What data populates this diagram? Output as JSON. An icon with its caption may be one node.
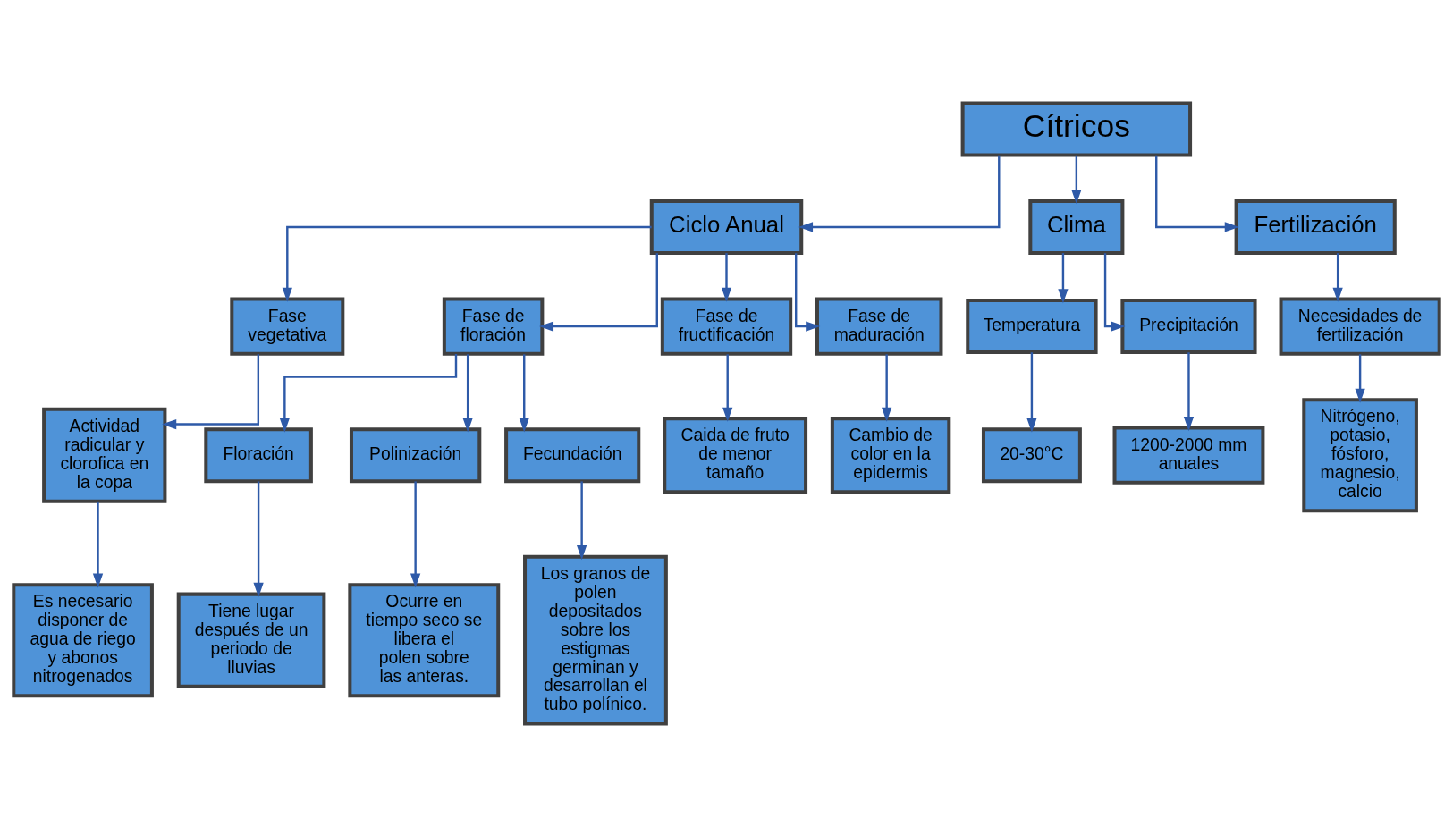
{
  "diagram": {
    "nodes": [
      {
        "text": [
          "Cítricos"
        ]
      },
      {
        "text": [
          "Ciclo Anual"
        ]
      },
      {
        "text": [
          "Clima"
        ]
      },
      {
        "text": [
          "Fertilización"
        ]
      },
      {
        "text": [
          "Fase vegetativa"
        ]
      },
      {
        "text": [
          "Fase de floración"
        ]
      },
      {
        "text": [
          "Fase de fructificación"
        ]
      },
      {
        "text": [
          "Fase de maduración"
        ]
      },
      {
        "text": [
          "Temperatura"
        ]
      },
      {
        "text": [
          "Precipitación"
        ]
      },
      {
        "text": [
          "Necesidades de fertilización"
        ]
      },
      {
        "text": [
          "Actividad radicular y clorofica en la copa"
        ]
      },
      {
        "text": [
          "Caida de fruto de menor tamaño"
        ]
      },
      {
        "text": [
          "Cambio de color en la epidermis"
        ]
      },
      {
        "text": [
          "20-30°C"
        ]
      },
      {
        "text": [
          "1200-2000 mm anuales"
        ]
      },
      {
        "text": [
          "Nitrógeno, potasio, fósforo, magnesio, calcio"
        ]
      },
      {
        "text": [
          "Es necesario disponer de agua de riego y abonos nitrogenados"
        ]
      },
      {
        "text": [
          "Floración"
        ]
      },
      {
        "text": [
          "Polinización"
        ]
      },
      {
        "text": [
          "Fecundación"
        ]
      },
      {
        "text": [
          "Tiene lugar después de un periodo de lluvias"
        ]
      },
      {
        "text": [
          "Ocurre en tiempo seco se libera el polen sobre las anteras."
        ]
      },
      {
        "text": [
          "Los granos de polen depositados sobre los estigmas germinan y desarrollan el tubo polínico."
        ]
      }
    ],
    "edges": [
      {
        "from": 0,
        "to": 1,
        "arrow": "to"
      },
      {
        "from": 0,
        "to": 2,
        "arrow": "to"
      },
      {
        "from": 0,
        "to": 3,
        "arrow": "to"
      },
      {
        "from": 1,
        "to": 4,
        "arrow": "to"
      },
      {
        "from": 1,
        "to": 5,
        "arrow": "to"
      },
      {
        "from": 1,
        "to": 6,
        "arrow": "to"
      },
      {
        "from": 1,
        "to": 7,
        "arrow": "to"
      },
      {
        "from": 2,
        "to": 8,
        "arrow": "to"
      },
      {
        "from": 2,
        "to": 9,
        "arrow": "to"
      },
      {
        "from": 3,
        "to": 10,
        "arrow": "to"
      },
      {
        "from": 4,
        "to": 11,
        "arrow": "to"
      },
      {
        "from": 6,
        "to": 12,
        "arrow": "to"
      },
      {
        "from": 7,
        "to": 13,
        "arrow": "to"
      },
      {
        "from": 8,
        "to": 14,
        "arrow": "to"
      },
      {
        "from": 9,
        "to": 15,
        "arrow": "to"
      },
      {
        "from": 10,
        "to": 16,
        "arrow": "to"
      },
      {
        "from": 11,
        "to": 17,
        "arrow": "to"
      },
      {
        "from": 5,
        "to": 18,
        "arrow": "to"
      },
      {
        "from": 5,
        "to": 19,
        "arrow": "to"
      },
      {
        "from": 5,
        "to": 20,
        "arrow": "to"
      },
      {
        "from": 18,
        "to": 21,
        "arrow": "to"
      },
      {
        "from": 19,
        "to": 22,
        "arrow": "to"
      },
      {
        "from": 20,
        "to": 23,
        "arrow": "to"
      }
    ]
  }
}
